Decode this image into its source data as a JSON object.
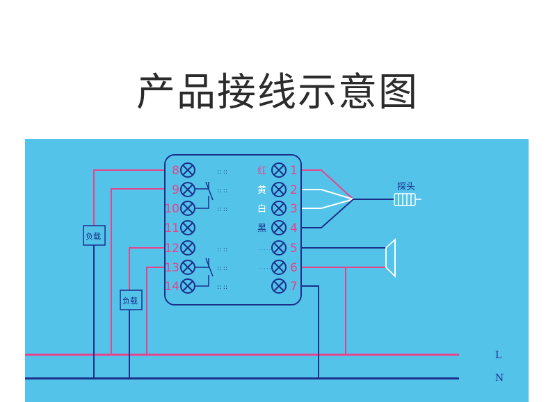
{
  "title": "产品接线示意图",
  "diagram": {
    "left_terminals": [
      "8",
      "9",
      "10",
      "11",
      "12",
      "13",
      "14"
    ],
    "right_terminals": [
      "1",
      "2",
      "3",
      "4",
      "5",
      "6",
      "7"
    ],
    "wire_color_labels": [
      "红",
      "黄",
      "白",
      "黑"
    ],
    "load_label": "负载",
    "probe_label": "探头",
    "line_labels": {
      "live": "L",
      "neutral": "N"
    },
    "colors": {
      "panel_bg": "#53c3ea",
      "live_wire": "#e8428a",
      "neutral_wire": "#1b2f8a",
      "white_wire": "#ffffff",
      "box_stroke": "#1b2f8a",
      "terminal_number": "#e8428a"
    }
  }
}
